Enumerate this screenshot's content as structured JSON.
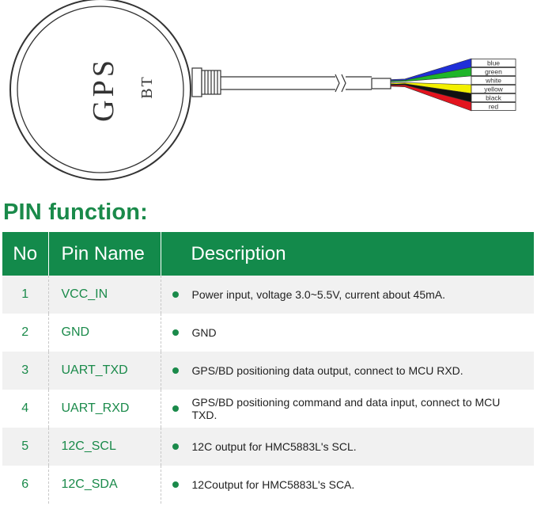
{
  "diagram": {
    "module_label_primary": "GPS",
    "module_label_secondary": "BT",
    "wires": [
      {
        "label": "blue",
        "color": "#1f2fd8"
      },
      {
        "label": "green",
        "color": "#1fb52a"
      },
      {
        "label": "white",
        "color": "#ffffff"
      },
      {
        "label": "yellow",
        "color": "#f3f000"
      },
      {
        "label": "black",
        "color": "#111111"
      },
      {
        "label": "red",
        "color": "#e3141e"
      }
    ]
  },
  "section_title": "PIN function:",
  "table": {
    "headers": {
      "no": "No",
      "pin_name": "Pin Name",
      "description": "Description"
    },
    "rows": [
      {
        "no": "1",
        "pin_name": "VCC_IN",
        "description": "Power input, voltage 3.0~5.5V, current about 45mA."
      },
      {
        "no": "2",
        "pin_name": "GND",
        "description": "GND"
      },
      {
        "no": "3",
        "pin_name": "UART_TXD",
        "description": "GPS/BD positioning data output, connect to MCU RXD."
      },
      {
        "no": "4",
        "pin_name": "UART_RXD",
        "description": "GPS/BD positioning command and data input, connect to MCU TXD."
      },
      {
        "no": "5",
        "pin_name": "12C_SCL",
        "description": "12C output for HMC5883L's SCL."
      },
      {
        "no": "6",
        "pin_name": "12C_SDA",
        "description": "12Coutput for HMC5883L's SCA."
      }
    ]
  },
  "colors": {
    "accent": "#138a4b",
    "accent_text": "#1a8a4a"
  }
}
